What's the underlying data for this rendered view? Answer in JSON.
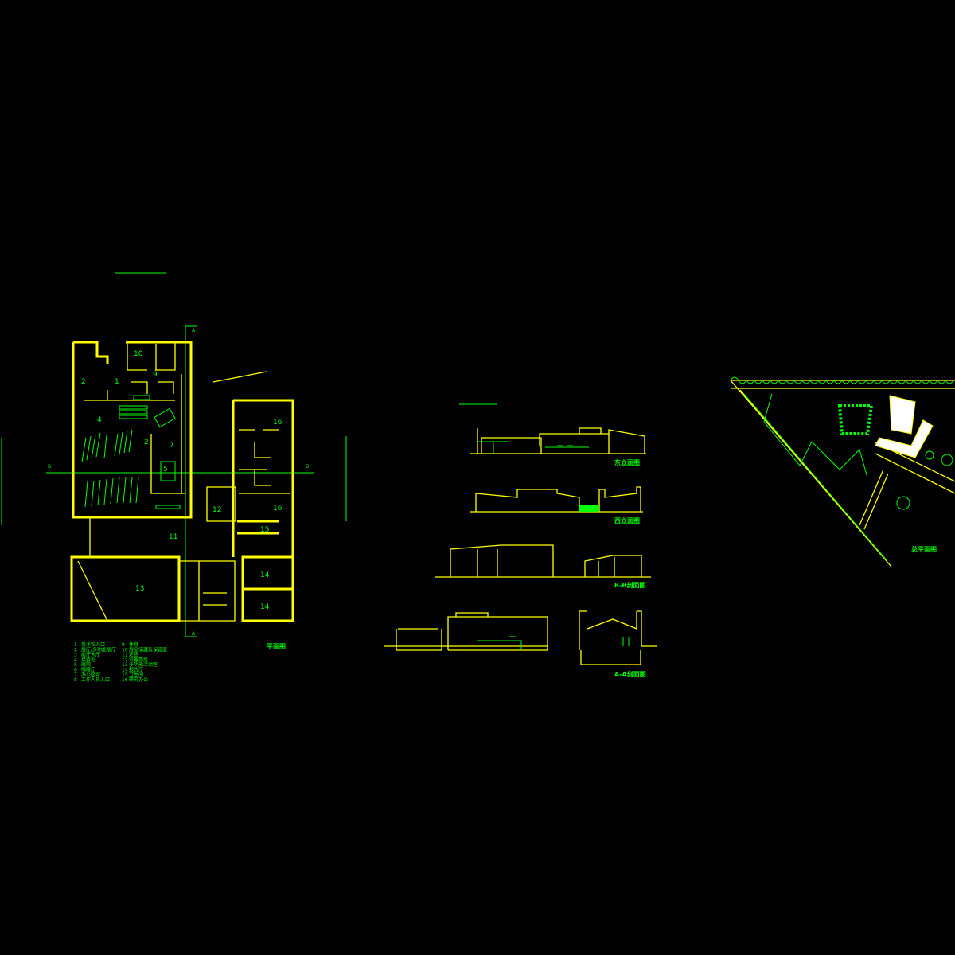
{
  "plan": {
    "title": "平面图",
    "section_marks": {
      "a": "A",
      "b": "B"
    },
    "rooms": [
      "10",
      "1",
      "2",
      "4",
      "2",
      "5",
      "7",
      "9",
      "12",
      "16",
      "16",
      "15",
      "11",
      "13",
      "14",
      "14"
    ],
    "legend": [
      {
        "num": "1",
        "label": "美术馆入口"
      },
      {
        "num": "2",
        "label": "展厅/多功能展厅"
      },
      {
        "num": "3",
        "label": "前厅大厅"
      },
      {
        "num": "4",
        "label": "接待处"
      },
      {
        "num": "5",
        "label": "庭院"
      },
      {
        "num": "6",
        "label": "咖啡厅"
      },
      {
        "num": "7",
        "label": "办公区域"
      },
      {
        "num": "8",
        "label": "工作人员入口"
      },
      {
        "num": "9",
        "label": "休息"
      },
      {
        "num": "10",
        "label": "展品储藏及保管室"
      },
      {
        "num": "11",
        "label": "走廊"
      },
      {
        "num": "12",
        "label": "设备用房"
      },
      {
        "num": "13",
        "label": "多功能活动室"
      },
      {
        "num": "14",
        "label": "报告厅"
      },
      {
        "num": "15",
        "label": "卫生间"
      },
      {
        "num": "16",
        "label": "研究办公"
      }
    ]
  },
  "elevations": [
    {
      "title": "东立面图"
    },
    {
      "title": "西立面图"
    },
    {
      "title": "B-B剖面图"
    },
    {
      "title": "A-A剖面图"
    }
  ],
  "site": {
    "title": "总平面图"
  },
  "colors": {
    "background": "#000000",
    "walls": "#ffff00",
    "annotation": "#00ff00",
    "building": "#ffffff"
  }
}
